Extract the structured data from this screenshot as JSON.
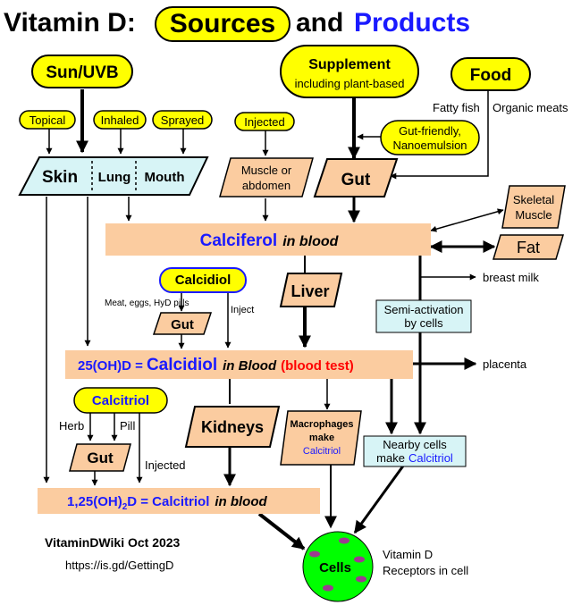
{
  "title": {
    "prefix": "Vitamin D:",
    "sources": "Sources",
    "and": "and",
    "products": "Products"
  },
  "nodes": {
    "sun_uvb": "Sun/UVB",
    "topical": "Topical",
    "inhaled": "Inhaled",
    "sprayed": "Sprayed",
    "injected_top": "Injected",
    "supplement_line1": "Supplement",
    "supplement_line2": "including plant-based",
    "food": "Food",
    "fatty_fish": "Fatty fish",
    "organic_meats": "Organic meats",
    "gut_friendly_line1": "Gut-friendly,",
    "gut_friendly_line2": "Nanoemulsion",
    "skin": "Skin",
    "lung": "Lung",
    "mouth": "Mouth",
    "muscle_line1": "Muscle or",
    "muscle_line2": "abdomen",
    "gut_top": "Gut",
    "skeletal_line1": "Skeletal",
    "skeletal_line2": "Muscle",
    "calciferol_main": "Calciferol",
    "calciferol_suffix": "in blood",
    "fat": "Fat",
    "breast_milk": "breast milk",
    "calcidiol_source": "Calcidiol",
    "meat_eggs": "Meat, eggs, HyD pills",
    "inject_mid": "Inject",
    "gut_mid": "Gut",
    "liver": "Liver",
    "semi_line1": "Semi-activation",
    "semi_line2": "by cells",
    "calcidiol_band_prefix": "25(OH)D =",
    "calcidiol_band_main": "Calcidiol",
    "calcidiol_band_suffix": "in Blood",
    "calcidiol_band_test": "(blood test)",
    "placenta": "placenta",
    "calcitriol_source": "Calcitriol",
    "herb": "Herb",
    "pill": "Pill",
    "gut_bottom": "Gut",
    "injected_bottom": "Injected",
    "kidneys": "Kidneys",
    "macro_line1": "Macrophages",
    "macro_line2": "make",
    "macro_line3": "Calcitriol",
    "nearby_line1": "Nearby cells",
    "nearby_line2_a": "make",
    "nearby_line2_b": "Calcitriol",
    "calcitriol_band_a": "1,25(OH)",
    "calcitriol_band_sub": "2",
    "calcitriol_band_b": "D = Calcitriol",
    "calcitriol_band_suffix": "in blood",
    "cells": "Cells",
    "receptors_line1": "Vitamin D",
    "receptors_line2": "Receptors in cell",
    "credit": "VitaminDWiki  Oct 2023",
    "url": "https://is.gd/GettingD"
  },
  "colors": {
    "yellow": "#ffff00",
    "peach": "#fbcca0",
    "light_cyan": "#d7f4f6",
    "blue_text": "#1a1aff",
    "red_text": "#ff0000",
    "cell_green": "#00ff00",
    "receptor_purple": "#9b3b8f"
  },
  "icons": [
    "arrow-icon"
  ]
}
